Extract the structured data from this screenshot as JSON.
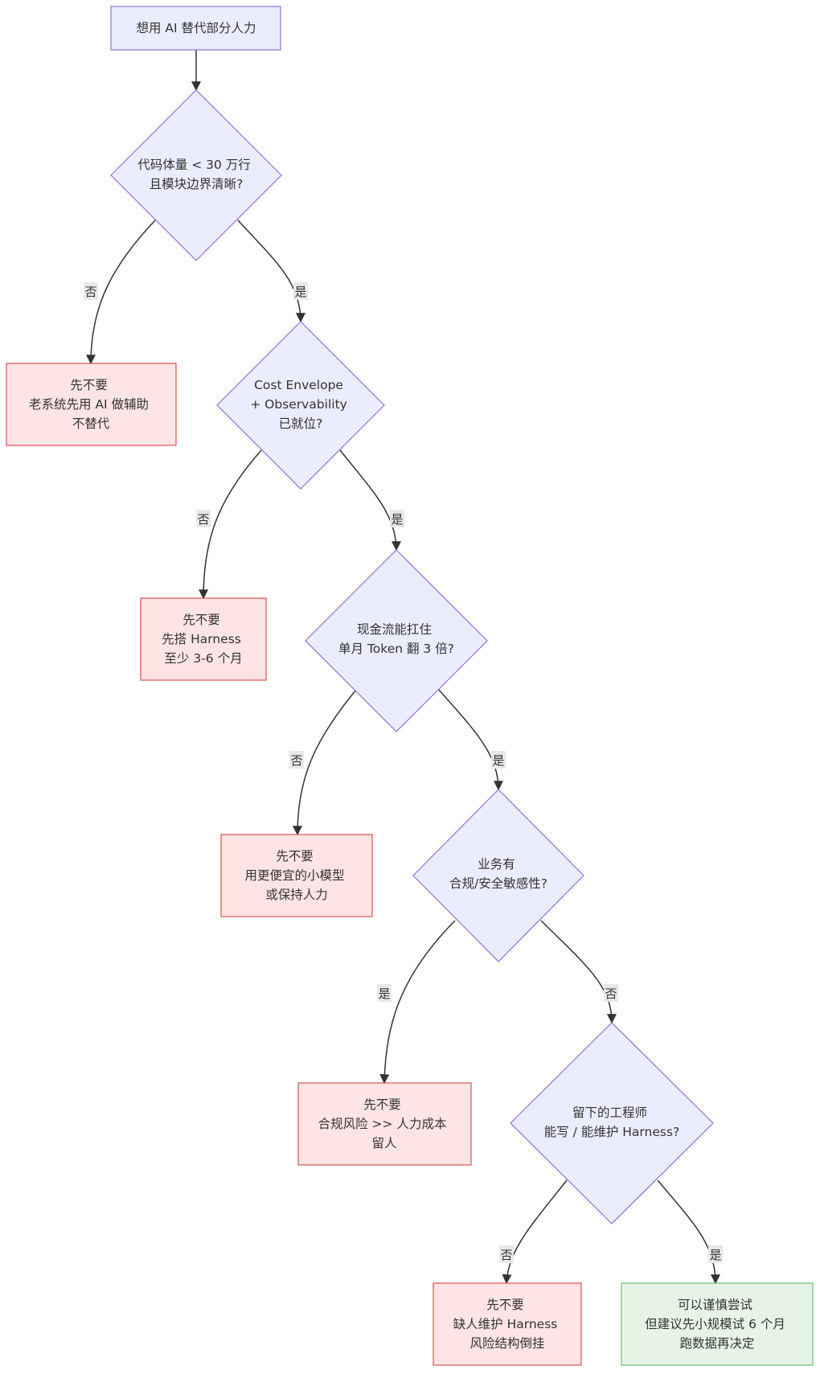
{
  "start": {
    "label": "想用 AI 替代部分人力"
  },
  "decisions": [
    {
      "lines": [
        "代码体量 < 30 万行",
        "且模块边界清晰?"
      ]
    },
    {
      "lines": [
        "Cost Envelope",
        "+ Observability",
        "已就位?"
      ]
    },
    {
      "lines": [
        "现金流能扛住",
        "单月 Token 翻 3 倍?"
      ]
    },
    {
      "lines": [
        "业务有",
        "合规/安全敏感性?"
      ]
    },
    {
      "lines": [
        "留下的工程师",
        "能写 / 能维护 Harness?"
      ]
    }
  ],
  "outcomes": [
    {
      "lines": [
        "先不要",
        "老系统先用 AI 做辅助",
        "不替代"
      ]
    },
    {
      "lines": [
        "先不要",
        "先搭 Harness",
        "至少 3-6 个月"
      ]
    },
    {
      "lines": [
        "先不要",
        "用更便宜的小模型",
        "或保持人力"
      ]
    },
    {
      "lines": [
        "先不要",
        "合规风险 >> 人力成本",
        "留人"
      ]
    },
    {
      "lines": [
        "先不要",
        "缺人维护 Harness",
        "风险结构倒挂"
      ]
    },
    {
      "lines": [
        "可以谨慎尝试",
        "但建议先小规模试 6 个月",
        "跑数据再决定"
      ]
    }
  ],
  "edge_labels": {
    "d1_no": "否",
    "d1_yes": "是",
    "d2_no": "否",
    "d2_yes": "是",
    "d3_no": "否",
    "d3_yes": "是",
    "d4_yes": "是",
    "d4_no": "否",
    "d5_no": "否",
    "d5_yes": "是"
  },
  "colors": {
    "decision_fill": "#ECECFF",
    "decision_stroke": "#9370DB",
    "stop_fill": "#FFE4E6",
    "stop_stroke": "#D9534F",
    "go_fill": "#E6F4E6",
    "go_stroke": "#6DBF6D",
    "edge": "#333333"
  }
}
